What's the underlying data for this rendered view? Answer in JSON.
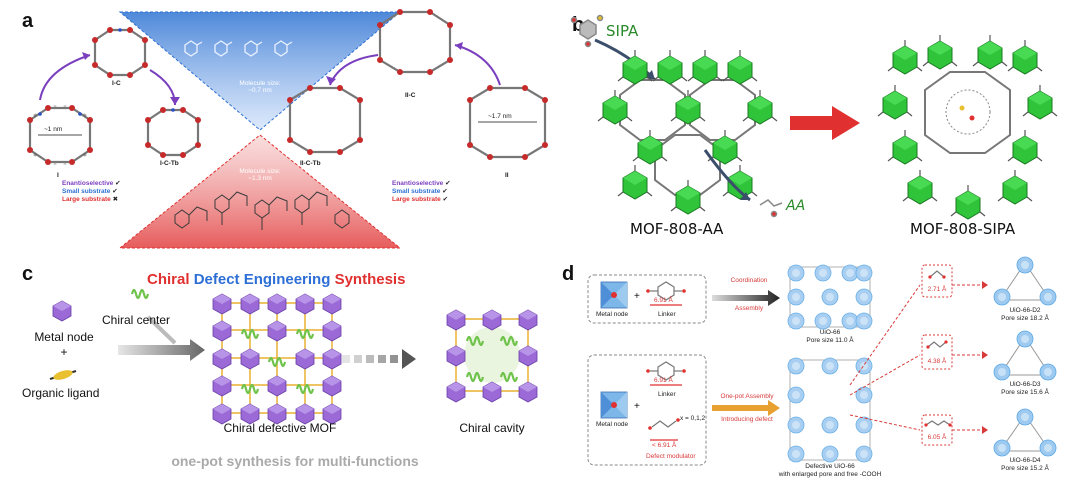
{
  "panels": {
    "a": {
      "label": "a",
      "small_molecule_size": "Molecule size:\n~0.7 nm",
      "large_molecule_size": "Molecule size:\n~1.3 nm",
      "pore_left": "~1 nm",
      "pore_right": "~1.7 nm",
      "mof_I": "I",
      "mof_IC": "I-C",
      "mof_ICTb": "I-C-Tb",
      "mof_II": "II",
      "mof_IIC": "II-C",
      "mof_IICTb": "II-C-Tb",
      "prop_enantio": "Enantioselective",
      "prop_small": "Small substrate",
      "prop_large": "Large substrate",
      "left_enantio_mark": "✔",
      "left_small_mark": "✔",
      "left_large_mark": "✖",
      "right_enantio_mark": "✔",
      "right_small_mark": "✔",
      "right_large_mark": "✔",
      "tb_label": "Tb",
      "color_blue": "#2d6fd6",
      "color_red": "#e03030",
      "color_purple": "#7a3fbf"
    },
    "b": {
      "label": "b",
      "sipa": "SIPA",
      "aa": "AA",
      "mof_left": "MOF-808-AA",
      "mof_right": "MOF-808-SIPA",
      "color_green": "#2fc43a"
    },
    "c": {
      "label": "c",
      "title_word1": "Chiral",
      "title_word2": "Defect Engineering",
      "title_word3": "Synthesis",
      "metal_node": "Metal node",
      "plus": "+",
      "organic_ligand": "Organic ligand",
      "chiral_center": "Chiral center",
      "chiral_mof": "Chiral defective MOF",
      "chiral_cavity": "Chiral cavity",
      "footer": "one-pot synthesis for multi-functions",
      "color_purple": "#9b6ad6",
      "color_green": "#6fc24a"
    },
    "d": {
      "label": "d",
      "metal_node_top": "Metal node",
      "linker_top": "Linker",
      "len_top": "6.91 Å",
      "coordination": "Coordination",
      "assembly": "Assembly",
      "uio66": "UiO-66",
      "pore_uio66": "Pore size 11.0 Å",
      "metal_node_bottom": "Metal node",
      "linker_bottom": "Linker",
      "len_bottom": "6.91 Å",
      "len_lt": "< 6.91 Å",
      "defect_modulator": "Defect modulator",
      "x_values": "x = 0,1,2",
      "onepot": "One-pot Assembly",
      "introducing": "Introducing defect",
      "defective": "Defective UiO-66",
      "defective_sub": "with enlarged pore and free -COOH",
      "d2_len": "2.71 Å",
      "d3_len": "4.38 Å",
      "d4_len": "6.05 Å",
      "d2_name": "UiO-66-D2",
      "d2_pore": "Pore size 18.2 Å",
      "d3_name": "UiO-66-D3",
      "d3_pore": "Pore size 15.6 Å",
      "d4_name": "UiO-66-D4",
      "d4_pore": "Pore size 15.2 Å",
      "color_blue": "#5aa8e6",
      "color_red": "#d83a3a"
    }
  }
}
